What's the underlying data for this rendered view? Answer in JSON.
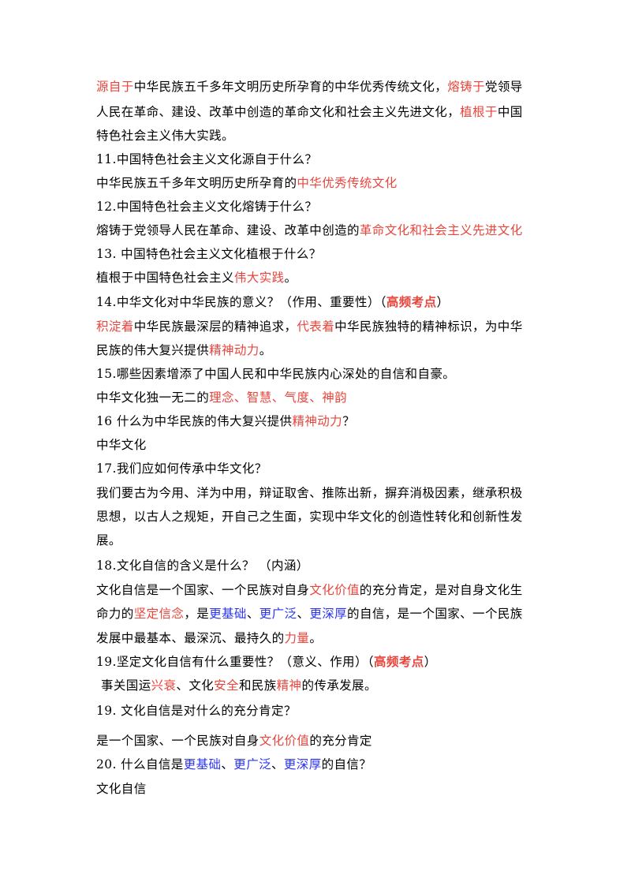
{
  "colors": {
    "red": "#e8453c",
    "blue": "#2b35ee",
    "text": "#000000"
  },
  "lines": [
    [
      {
        "t": "源自于",
        "c": "red"
      },
      {
        "t": "中华民族五千多年文明历史所孕育的中华优秀传统文化，"
      },
      {
        "t": "熔铸于",
        "c": "red"
      },
      {
        "t": "党领导"
      }
    ],
    [
      {
        "t": "人民在革命、建设、改革中创造的革命文化和社会主义先进文化，"
      },
      {
        "t": "植根于",
        "c": "red"
      },
      {
        "t": "中国"
      }
    ],
    [
      {
        "t": "特色社会主义伟大实践。"
      }
    ],
    [
      {
        "t": "11.中国特色社会主义文化源自于什么？"
      }
    ],
    [
      {
        "t": "中华民族五千多年文明历史所孕育的"
      },
      {
        "t": "中华优秀传统文化",
        "c": "red"
      }
    ],
    [
      {
        "t": "12.中国特色社会主义文化熔铸于什么？"
      }
    ],
    [
      {
        "t": "熔铸于党领导人民在革命、建设、改革中创造的"
      },
      {
        "t": "革命文化和社会主义先进文化",
        "c": "red"
      }
    ],
    [
      {
        "t": "13.  中国特色社会主义文化植根于什么？"
      }
    ],
    [
      {
        "t": "植根于中国特色社会主义"
      },
      {
        "t": "伟大实践",
        "c": "red"
      },
      {
        "t": "。"
      }
    ],
    [
      {
        "t": "14.中华文化对中华民族的意义？（作用、重要性）（"
      },
      {
        "t": "高频考点",
        "c": "red",
        "b": true
      },
      {
        "t": "）"
      }
    ],
    [
      {
        "t": "积淀着",
        "c": "red"
      },
      {
        "t": "中华民族最深层的精神追求，"
      },
      {
        "t": "代表着",
        "c": "red"
      },
      {
        "t": "中华民族独特的精神标识，为中华"
      }
    ],
    [
      {
        "t": "民族的伟大复兴提供"
      },
      {
        "t": "精神动力",
        "c": "red"
      },
      {
        "t": "。"
      }
    ],
    [
      {
        "t": "15.哪些因素增添了中国人民和中华民族内心深处的自信和自豪。"
      }
    ],
    [
      {
        "t": "中华文化独一无二的"
      },
      {
        "t": "理念、智慧、气度、神韵",
        "c": "red"
      }
    ],
    [
      {
        "t": "16 什么为中华民族的伟大复兴提供"
      },
      {
        "t": "精神动力",
        "c": "red"
      },
      {
        "t": "？"
      }
    ],
    [
      {
        "t": "中华文化"
      }
    ],
    [
      {
        "t": "17.我们应如何传承中华文化？"
      }
    ],
    [
      {
        "t": "我们要古为今用、洋为中用，辩证取舍、推陈出新，摒弃消极因素，继承积极"
      }
    ],
    [
      {
        "t": "思想，以古人之规矩，开自己之生面，实现中华文化的创造性转化和创新性发"
      }
    ],
    [
      {
        "t": "展。"
      }
    ],
    [
      {
        "t": "18.文化自信的含义是什么？  （内涵）"
      }
    ],
    [
      {
        "t": "文化自信是一个国家、一个民族对自身"
      },
      {
        "t": "文化价值",
        "c": "red"
      },
      {
        "t": "的充分肯定，是对自身文化生"
      }
    ],
    [
      {
        "t": "命力的"
      },
      {
        "t": "坚定信念",
        "c": "red"
      },
      {
        "t": "，是"
      },
      {
        "t": "更基础",
        "c": "blue"
      },
      {
        "t": "、"
      },
      {
        "t": "更广泛",
        "c": "blue"
      },
      {
        "t": "、"
      },
      {
        "t": "更深厚",
        "c": "blue"
      },
      {
        "t": "的自信，是一个国家、一个民族"
      }
    ],
    [
      {
        "t": "发展中最基本、最深沉、最持久的"
      },
      {
        "t": "力量",
        "c": "red"
      },
      {
        "t": "。"
      }
    ],
    [
      {
        "t": "19.坚定文化自信有什么重要性？（意义、作用）（"
      },
      {
        "t": "高频考点",
        "c": "red",
        "b": true
      },
      {
        "t": "）"
      }
    ],
    [
      {
        "t": "事关国运"
      },
      {
        "t": "兴衰",
        "c": "red"
      },
      {
        "t": "、文化"
      },
      {
        "t": "安全",
        "c": "red"
      },
      {
        "t": "和民族"
      },
      {
        "t": "精神",
        "c": "red"
      },
      {
        "t": "的传承发展。"
      }
    ],
    [
      {
        "t": "19.  文化自信是对什么的充分肯定？"
      }
    ],
    [
      {
        "t": "是一个国家、一个民族对自身"
      },
      {
        "t": "文化价值",
        "c": "red"
      },
      {
        "t": "的充分肯定"
      }
    ],
    [
      {
        "t": "20. 什么自信是"
      },
      {
        "t": "更基础",
        "c": "blue"
      },
      {
        "t": "、"
      },
      {
        "t": "更广泛",
        "c": "blue"
      },
      {
        "t": "、"
      },
      {
        "t": "更深厚",
        "c": "blue"
      },
      {
        "t": "的自信？"
      }
    ],
    [
      {
        "t": "文化自信"
      }
    ]
  ]
}
